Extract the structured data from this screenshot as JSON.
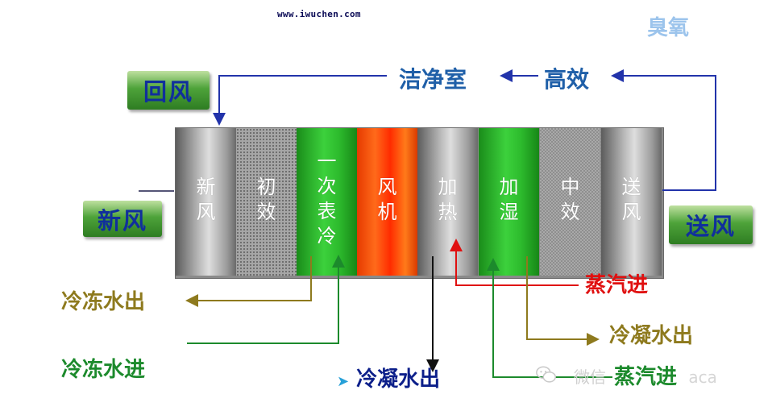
{
  "source_url": "www.iwuchen.com",
  "ozone": "臭氧",
  "cleanroom": "洁净室",
  "high_efficiency": "高效",
  "return_air": "回风",
  "fresh_air": "新风",
  "supply_air": "送风",
  "units": [
    {
      "label": "新风",
      "style": "grey"
    },
    {
      "label": "初效",
      "style": "mesh"
    },
    {
      "label": "一次表冷",
      "style": "green"
    },
    {
      "label": "风机",
      "style": "fan"
    },
    {
      "label": "加热",
      "style": "grey"
    },
    {
      "label": "加湿",
      "style": "green"
    },
    {
      "label": "中效",
      "style": "pattern"
    },
    {
      "label": "送风",
      "style": "grey"
    }
  ],
  "flows": {
    "chilled_water_out": "冷冻水出",
    "chilled_water_in": "冷冻水进",
    "steam_in_heating": "蒸汽进",
    "condensate_out_humidifier": "冷凝水出",
    "condensate_out_heating": "冷凝水出",
    "condensate_marker": "➤",
    "steam_in_humidifier": "蒸汽进"
  },
  "watermark": {
    "text": "微信",
    "tail": "aca"
  },
  "colors": {
    "line_blue": "#2233aa",
    "olive": "#8e7a1e",
    "green": "#1c8a2c",
    "red": "#e01010"
  }
}
